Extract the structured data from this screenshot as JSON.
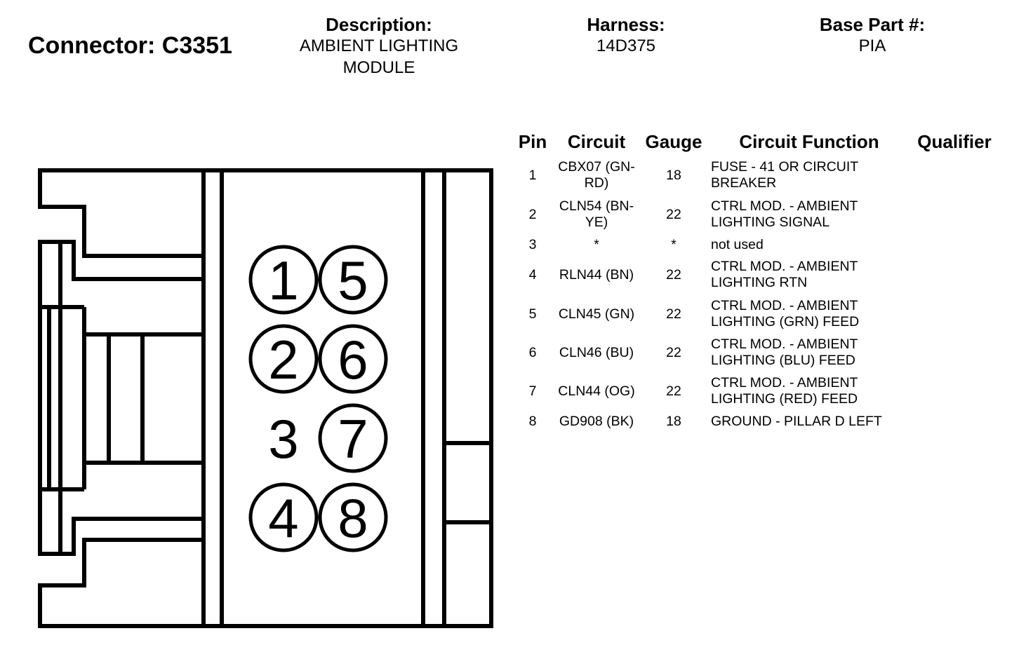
{
  "connector": {
    "title": "Connector: C3351"
  },
  "header": {
    "description_label": "Description:",
    "description_value_line1": "AMBIENT LIGHTING",
    "description_value_line2": "MODULE",
    "harness_label": "Harness:",
    "harness_value": "14D375",
    "base_part_label": "Base Part #:",
    "base_part_value": "PIA"
  },
  "diagram": {
    "pin_numbers": [
      "1",
      "2",
      "3",
      "4",
      "5",
      "6",
      "7",
      "8"
    ],
    "unused_pin": "3"
  },
  "table": {
    "columns": [
      "Pin",
      "Circuit",
      "Gauge",
      "Circuit Function",
      "Qualifier"
    ],
    "rows": [
      {
        "pin": "1",
        "circuit_line1": "CBX07 (GN-",
        "circuit_line2": "RD)",
        "gauge": "18",
        "function_line1": "FUSE - 41 OR CIRCUIT",
        "function_line2": "BREAKER",
        "qualifier": ""
      },
      {
        "pin": "2",
        "circuit_line1": "CLN54 (BN-",
        "circuit_line2": "YE)",
        "gauge": "22",
        "function_line1": "CTRL MOD. - AMBIENT",
        "function_line2": "LIGHTING SIGNAL",
        "qualifier": ""
      },
      {
        "pin": "3",
        "circuit_line1": "*",
        "circuit_line2": "",
        "gauge": "*",
        "function_line1": "not used",
        "function_line2": "",
        "qualifier": ""
      },
      {
        "pin": "4",
        "circuit_line1": "RLN44 (BN)",
        "circuit_line2": "",
        "gauge": "22",
        "function_line1": "CTRL MOD. - AMBIENT",
        "function_line2": "LIGHTING RTN",
        "qualifier": ""
      },
      {
        "pin": "5",
        "circuit_line1": "CLN45 (GN)",
        "circuit_line2": "",
        "gauge": "22",
        "function_line1": "CTRL MOD. - AMBIENT",
        "function_line2": "LIGHTING (GRN) FEED",
        "qualifier": ""
      },
      {
        "pin": "6",
        "circuit_line1": "CLN46 (BU)",
        "circuit_line2": "",
        "gauge": "22",
        "function_line1": "CTRL MOD. - AMBIENT",
        "function_line2": "LIGHTING (BLU) FEED",
        "qualifier": ""
      },
      {
        "pin": "7",
        "circuit_line1": "CLN44 (OG)",
        "circuit_line2": "",
        "gauge": "22",
        "function_line1": "CTRL MOD. - AMBIENT",
        "function_line2": "LIGHTING (RED) FEED",
        "qualifier": ""
      },
      {
        "pin": "8",
        "circuit_line1": "GD908 (BK)",
        "circuit_line2": "",
        "gauge": "18",
        "function_line1": "GROUND - PILLAR D LEFT",
        "function_line2": "",
        "qualifier": ""
      }
    ]
  }
}
